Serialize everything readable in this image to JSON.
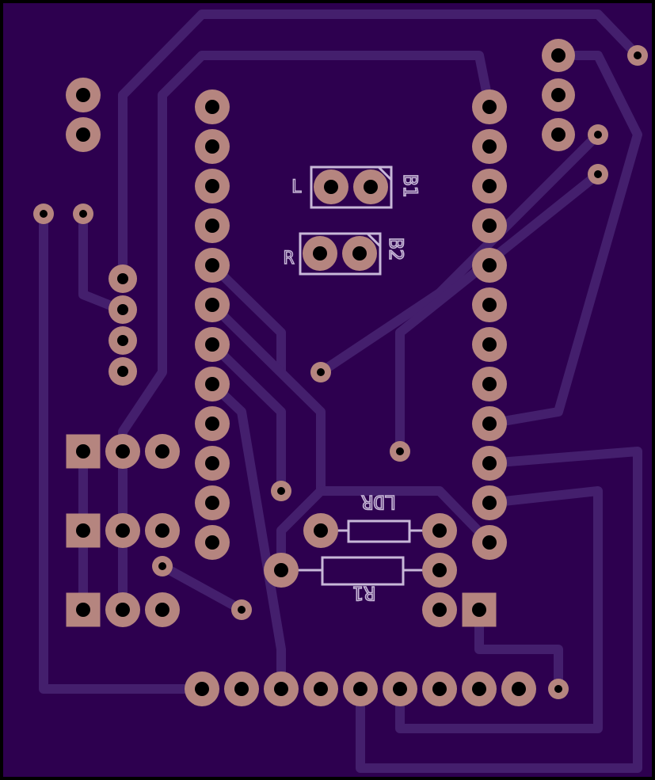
{
  "board": {
    "colors": {
      "background": "#2d004f",
      "trace": "#441f6d",
      "pad": "#b5857f",
      "hole": "#000000",
      "silkscreen": "#c8b8d8",
      "border": "#000000"
    }
  },
  "labels": {
    "b1": "B1",
    "b2": "B2",
    "l": "L",
    "r": "R",
    "ldr": "LDR",
    "r1": "R1"
  }
}
